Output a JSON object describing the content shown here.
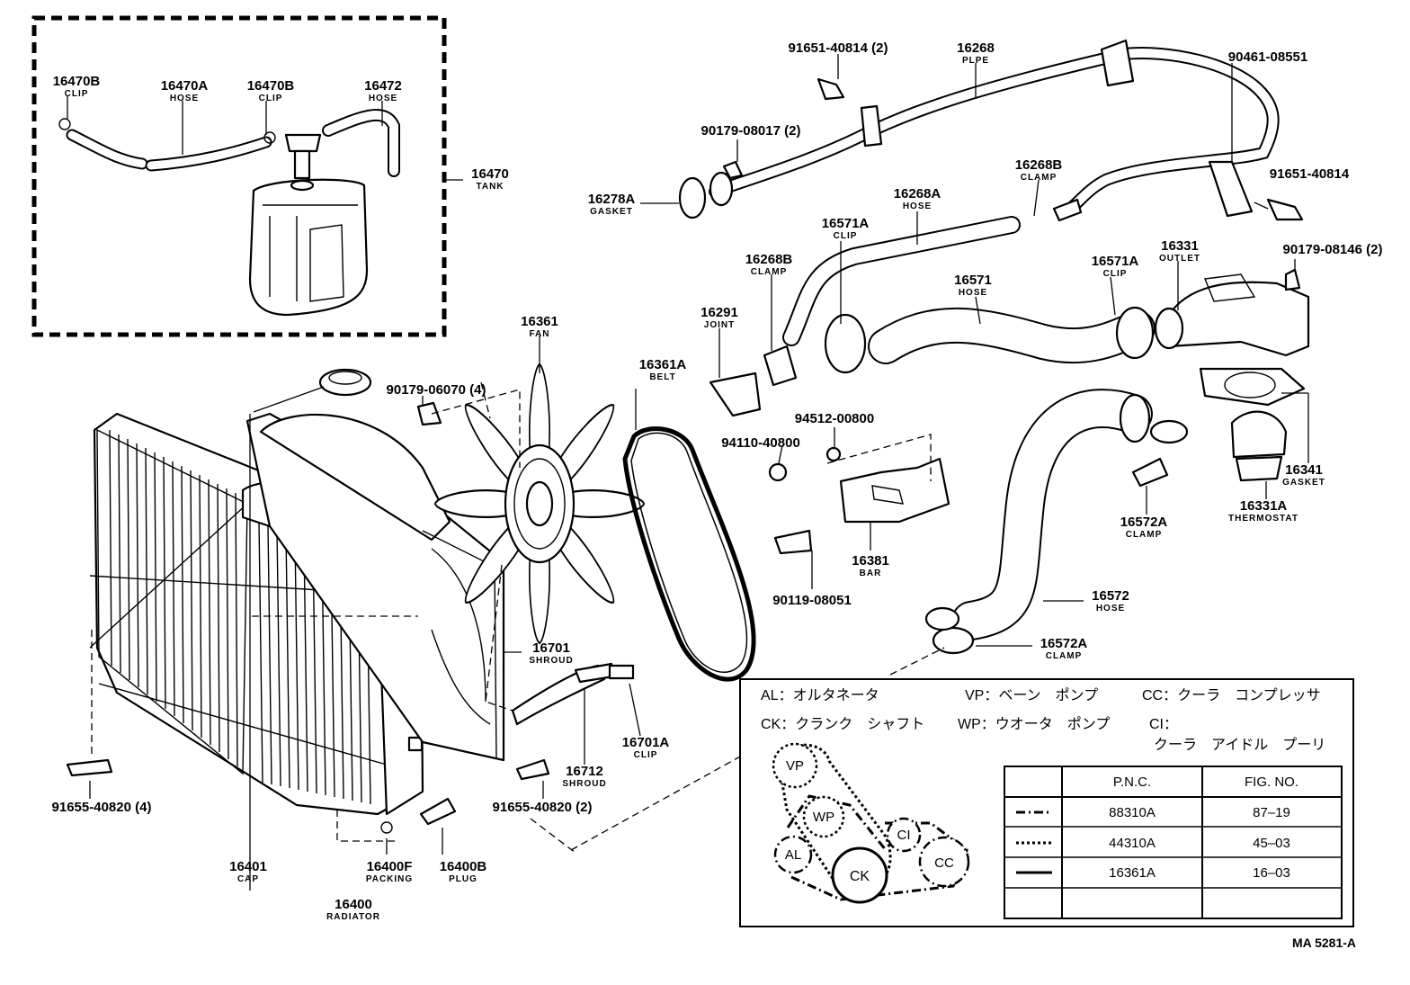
{
  "parts": [
    {
      "pnc": "16470B",
      "name": "CLIP"
    },
    {
      "pnc": "16470A",
      "name": "HOSE"
    },
    {
      "pnc": "16470B",
      "name": "CLIP"
    },
    {
      "pnc": "16472",
      "name": "HOSE"
    },
    {
      "pnc": "16470",
      "name": "TANK"
    },
    {
      "pnc": "91651-40814 (2)",
      "name": ""
    },
    {
      "pnc": "16268",
      "name": "PLPE"
    },
    {
      "pnc": "90461-08551",
      "name": ""
    },
    {
      "pnc": "90179-08017 (2)",
      "name": ""
    },
    {
      "pnc": "16268B",
      "name": "CLAMP"
    },
    {
      "pnc": "91651-40814",
      "name": ""
    },
    {
      "pnc": "16278A",
      "name": "GASKET"
    },
    {
      "pnc": "16268A",
      "name": "HOSE"
    },
    {
      "pnc": "16571A",
      "name": "CLIP"
    },
    {
      "pnc": "16268B",
      "name": "CLAMP"
    },
    {
      "pnc": "16571A",
      "name": "CLIP"
    },
    {
      "pnc": "16331",
      "name": "OUTLET"
    },
    {
      "pnc": "90179-08146 (2)",
      "name": ""
    },
    {
      "pnc": "16571",
      "name": "HOSE"
    },
    {
      "pnc": "16291",
      "name": "JOINT"
    },
    {
      "pnc": "16361",
      "name": "FAN"
    },
    {
      "pnc": "90179-06070 (4)",
      "name": ""
    },
    {
      "pnc": "16361A",
      "name": "BELT"
    },
    {
      "pnc": "94512-00800",
      "name": ""
    },
    {
      "pnc": "94110-40800",
      "name": ""
    },
    {
      "pnc": "16341",
      "name": "GASKET"
    },
    {
      "pnc": "16331A",
      "name": "THERMOSTAT"
    },
    {
      "pnc": "16572A",
      "name": "CLAMP"
    },
    {
      "pnc": "16381",
      "name": "BAR"
    },
    {
      "pnc": "90119-08051",
      "name": ""
    },
    {
      "pnc": "16572",
      "name": "HOSE"
    },
    {
      "pnc": "16572A",
      "name": "CLAMP"
    },
    {
      "pnc": "16701",
      "name": "SHROUD"
    },
    {
      "pnc": "16701A",
      "name": "CLIP"
    },
    {
      "pnc": "16712",
      "name": "SHROUD"
    },
    {
      "pnc": "91655-40820 (4)",
      "name": ""
    },
    {
      "pnc": "91655-40820 (2)",
      "name": ""
    },
    {
      "pnc": "16401",
      "name": "CAP"
    },
    {
      "pnc": "16400F",
      "name": "PACKING"
    },
    {
      "pnc": "16400B",
      "name": "PLUG"
    },
    {
      "pnc": "16400",
      "name": "RADIATOR"
    }
  ],
  "legend": {
    "al": "AL：オルタネータ",
    "vp": "VP：ベーン　ポンプ",
    "cc": "CC：クーラ　コンプレッサ",
    "ck": "CK：クランク　シャフト",
    "wp": "WP：ウオータ　ポンプ",
    "ci": "CI：",
    "ci2": "クーラ　アイドル　プーリ"
  },
  "pulleys": [
    "VP",
    "WP",
    "AL",
    "CK",
    "CI",
    "CC"
  ],
  "belt_table": {
    "headers": [
      "P.N.C.",
      "FIG. NO."
    ],
    "rows": [
      {
        "line": "dash-dot",
        "pnc": "88310A",
        "fig": "87–19"
      },
      {
        "line": "dotted",
        "pnc": "44310A",
        "fig": "45–03"
      },
      {
        "line": "solid",
        "pnc": "16361A",
        "fig": "16–03"
      },
      {
        "line": "",
        "pnc": "",
        "fig": ""
      }
    ]
  },
  "figure_id": "MA 5281-A"
}
